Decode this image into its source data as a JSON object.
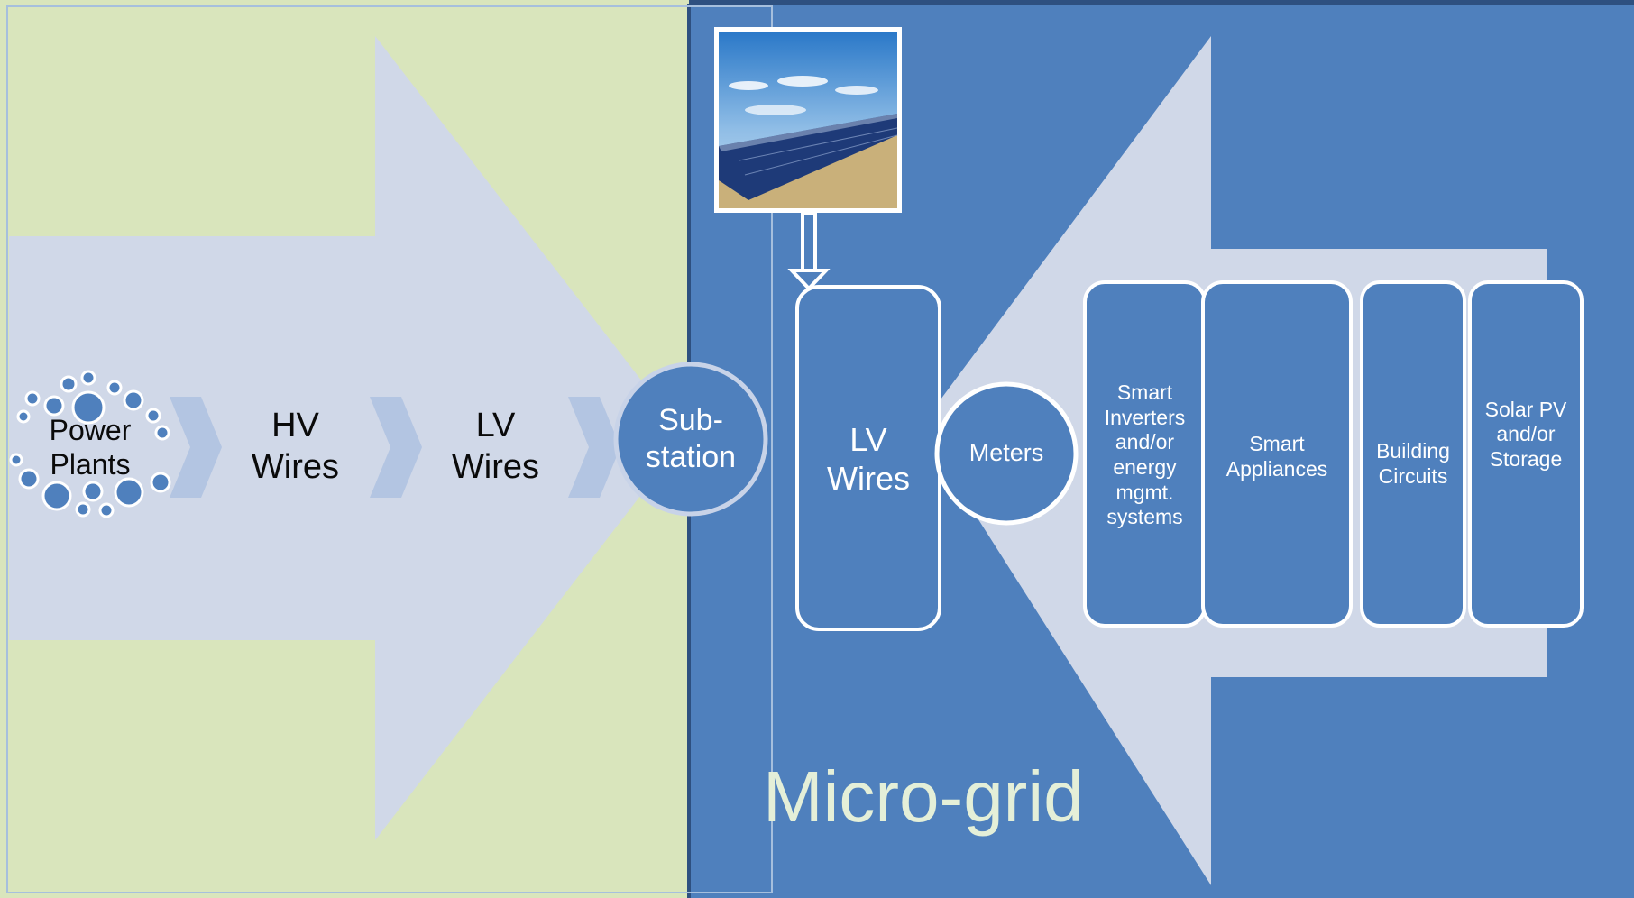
{
  "diagram": {
    "left_chain": {
      "power_plants": "Power\nPlants",
      "hv_wires": "HV\nWires",
      "lv_wires": "LV\nWires",
      "substation": "Sub-\nstation"
    },
    "microgrid": {
      "title": "Micro-grid",
      "lv_wires": "LV\nWires",
      "meters": "Meters",
      "smart_inverters": "Smart\nInverters\nand/or\nenergy\nmgmt.\nsystems",
      "smart_appliances": "Smart\nAppliances",
      "building_circuits": "Building\nCircuits",
      "solar_pv_storage": "Solar PV\nand/or\nStorage"
    },
    "photo": "solar-panel-field-photo"
  },
  "colors": {
    "left_background": "#d9e5bc",
    "right_background": "#4f80bd",
    "arrow_fill": "#d0d8e8",
    "chevron_fill": "#b3c5e2",
    "node_fill": "#4f80bd",
    "node_stroke": "#ffffff",
    "title_text": "#e4efd8"
  }
}
